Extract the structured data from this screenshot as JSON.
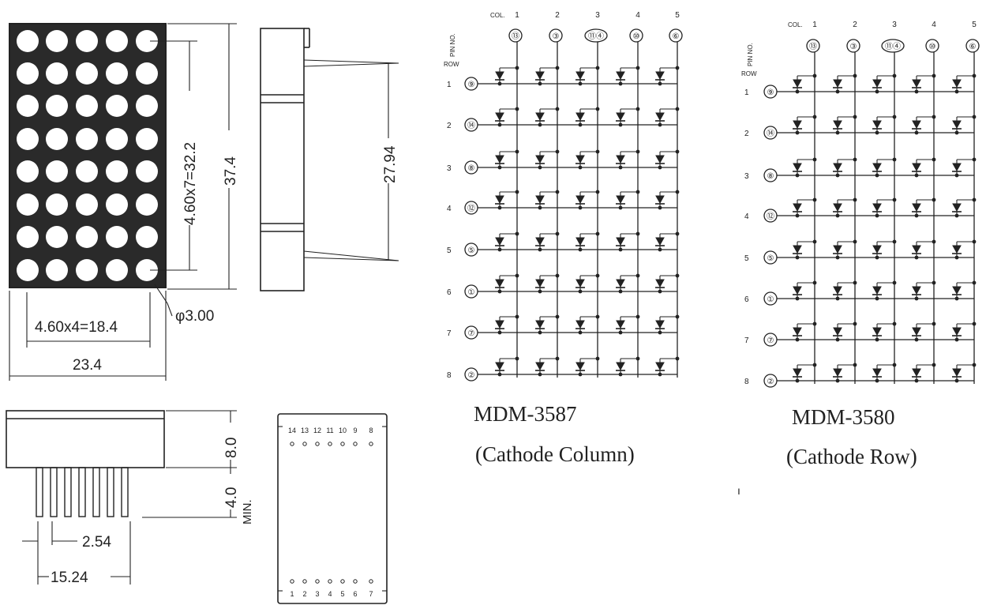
{
  "dimensions": {
    "pitch_row": "4.60x7=32.2",
    "height_total": "37.4",
    "pitch_col": "4.60x4=18.4",
    "dot_dia": "φ3.00",
    "width_total": "23.4",
    "pin_span": "27.94",
    "body_h": "8.0",
    "pin_len": "4.0",
    "pin_len_suffix": "MIN.",
    "pin_pitch": "2.54",
    "pin_row_span": "15.24"
  },
  "pinout": {
    "top_pins": [
      "14",
      "13",
      "12",
      "11",
      "10",
      "9",
      "8"
    ],
    "bottom_pins": [
      "1",
      "2",
      "3",
      "4",
      "5",
      "6",
      "7"
    ]
  },
  "schematics": [
    {
      "title": "MDM-3587",
      "subtitle": "(Cathode Column)",
      "col_label": "COL.",
      "pin_no_label": "PIN NO.",
      "row_label": "ROW",
      "col_numbers": [
        "1",
        "2",
        "3",
        "4",
        "5"
      ],
      "col_pins": [
        "⑬",
        "③",
        "⑪④",
        "⑩",
        "⑥"
      ],
      "row_numbers": [
        "1",
        "2",
        "3",
        "4",
        "5",
        "6",
        "7",
        "8"
      ],
      "row_pins": [
        "⑨",
        "⑭",
        "⑧",
        "⑫",
        "⑤",
        "①",
        "⑦",
        "②"
      ]
    },
    {
      "title": "MDM-3580",
      "subtitle": "(Cathode Row)",
      "col_label": "COL.",
      "pin_no_label": "PIN NO.",
      "row_label": "ROW",
      "col_numbers": [
        "1",
        "2",
        "3",
        "4",
        "5"
      ],
      "col_pins": [
        "⑬",
        "③",
        "⑪④",
        "⑩",
        "⑥"
      ],
      "row_numbers": [
        "1",
        "2",
        "3",
        "4",
        "5",
        "6",
        "7",
        "8"
      ],
      "row_pins": [
        "⑨",
        "⑭",
        "⑧",
        "⑫",
        "⑤",
        "①",
        "⑦",
        "②"
      ]
    }
  ],
  "stray_mark": "ı"
}
